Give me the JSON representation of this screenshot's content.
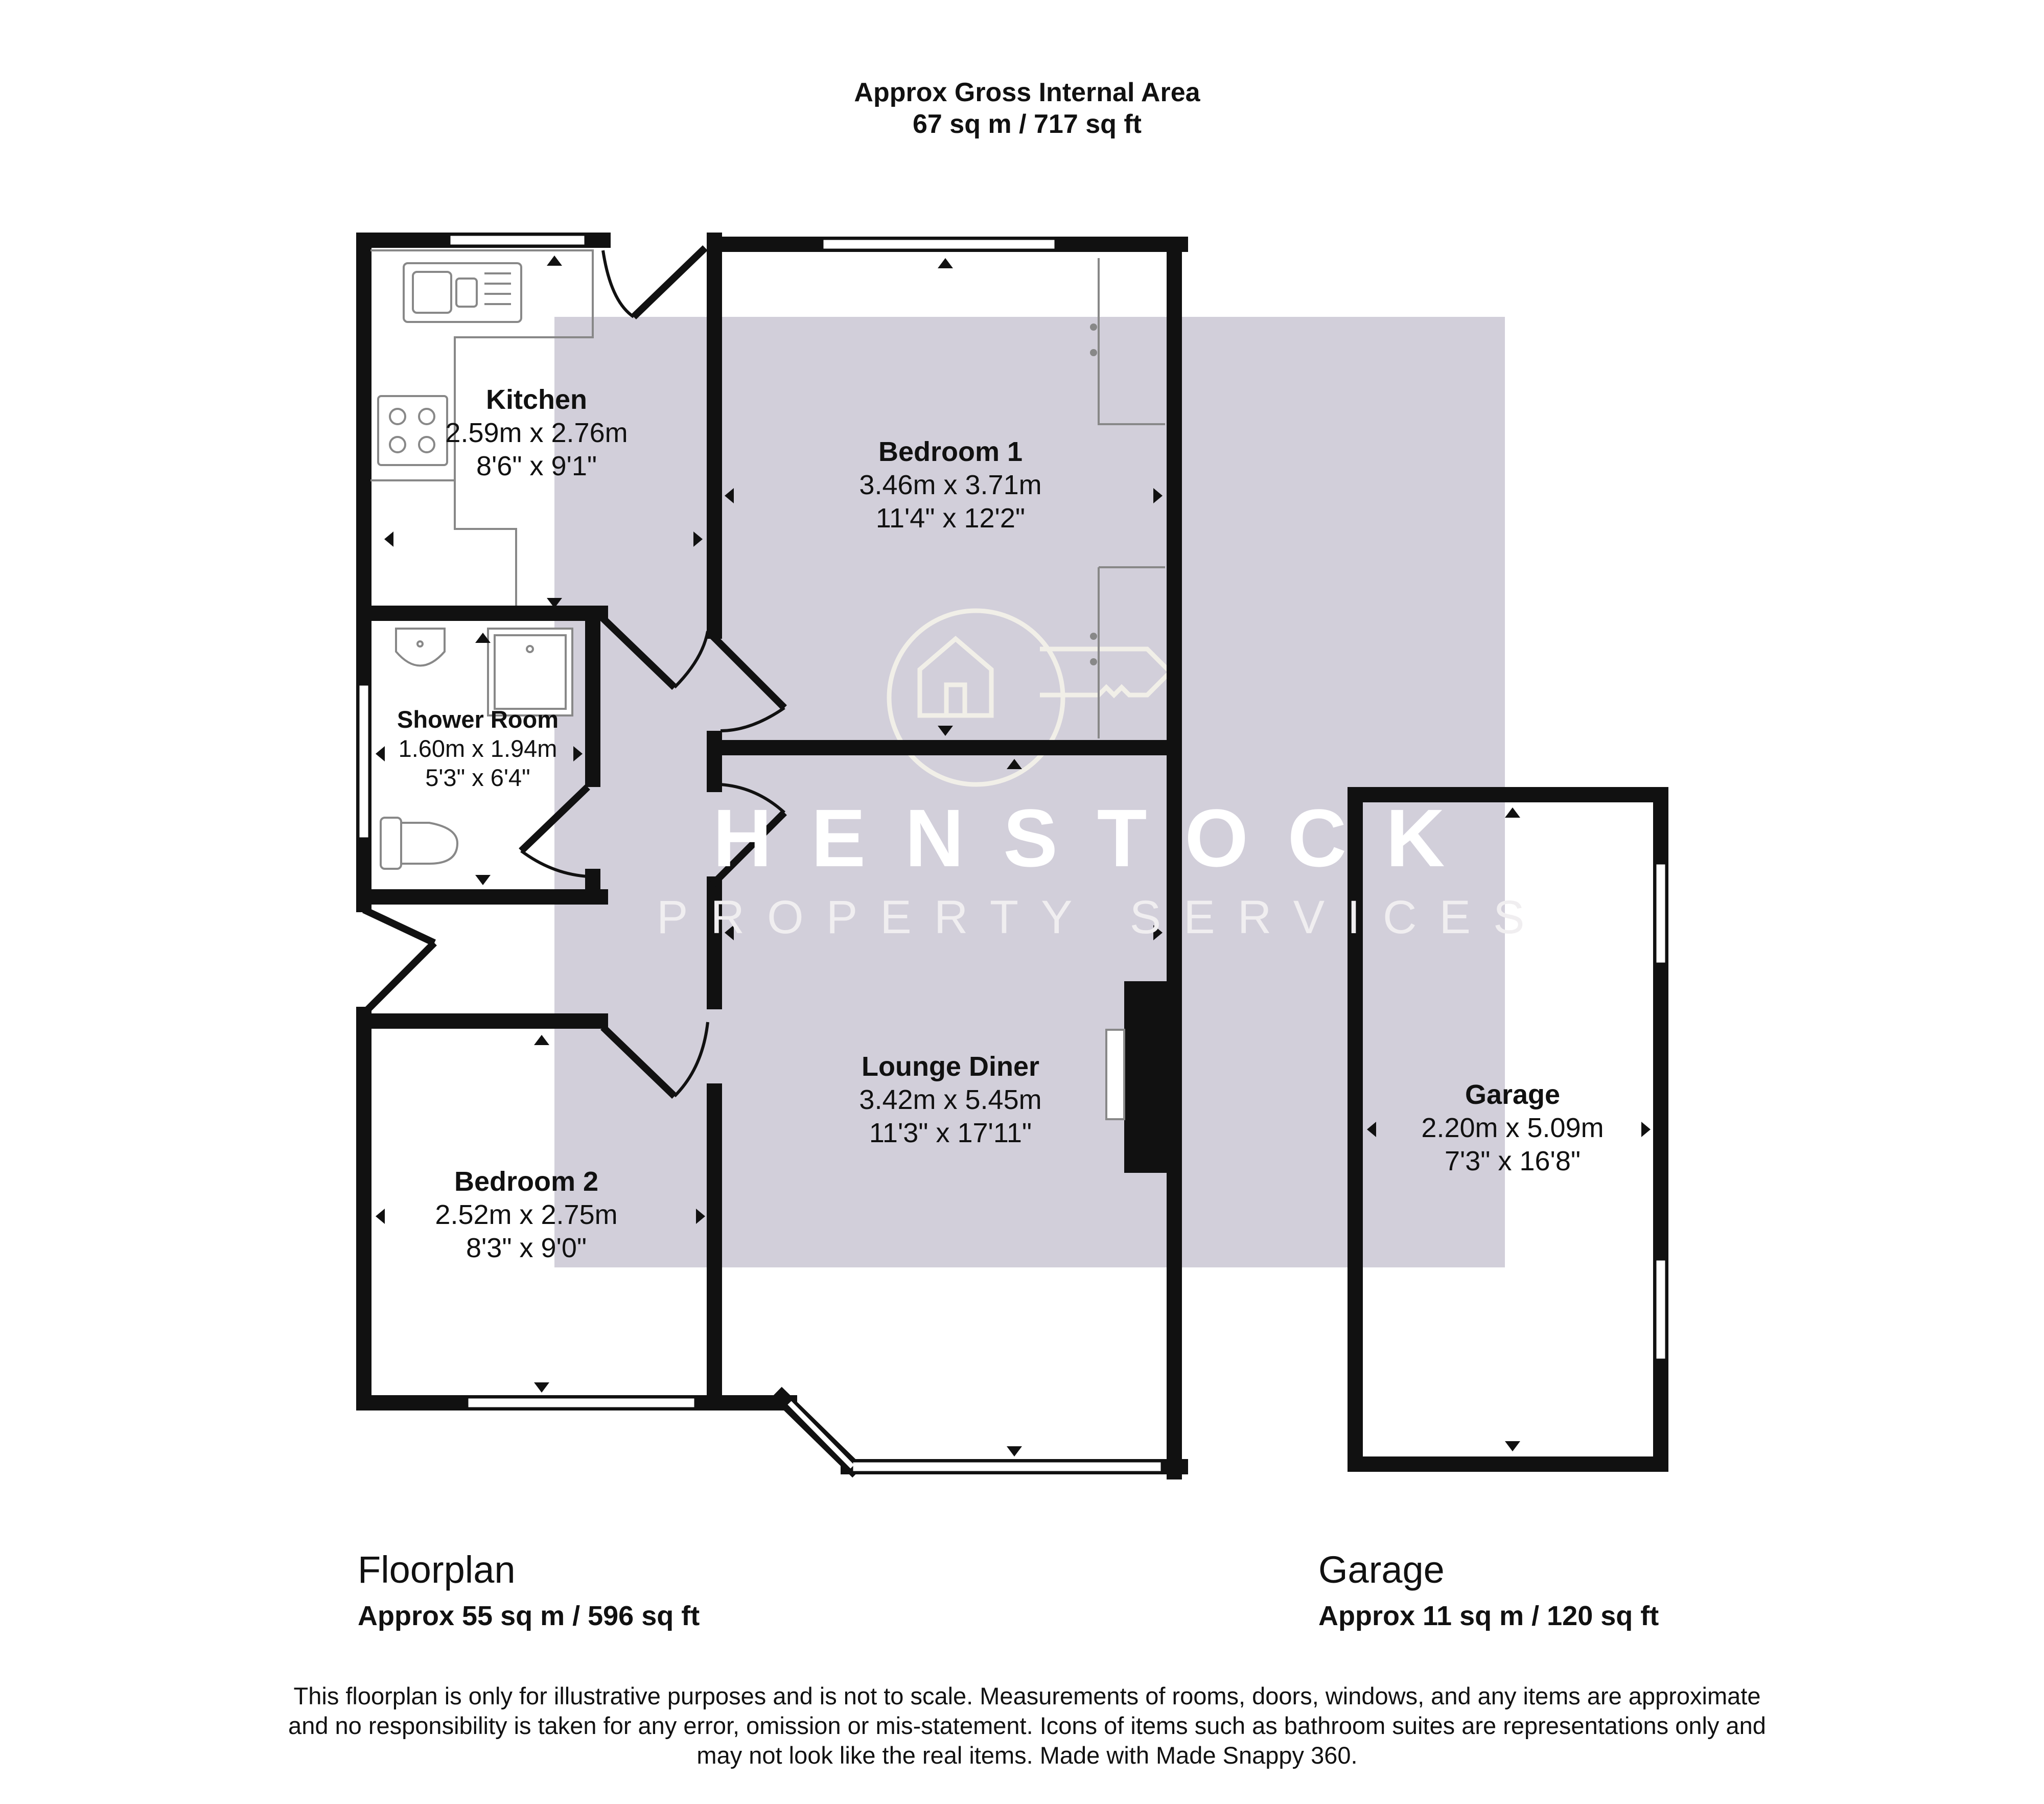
{
  "header": {
    "title": "Approx Gross Internal Area",
    "area": "67 sq m / 717 sq ft"
  },
  "watermark": {
    "brand": "HENSTOCK",
    "tagline": "PROPERTY SERVICES",
    "icon": "house-key-logo-icon"
  },
  "rooms": {
    "kitchen": {
      "name": "Kitchen",
      "metric": "2.59m x 2.76m",
      "imperial": "8'6\" x 9'1\""
    },
    "bedroom1": {
      "name": "Bedroom 1",
      "metric": "3.46m x 3.71m",
      "imperial": "11'4\" x 12'2\""
    },
    "shower": {
      "name": "Shower Room",
      "metric": "1.60m x 1.94m",
      "imperial": "5'3\" x 6'4\""
    },
    "lounge": {
      "name": "Lounge Diner",
      "metric": "3.42m x 5.45m",
      "imperial": "11'3\" x 17'11\""
    },
    "bedroom2": {
      "name": "Bedroom 2",
      "metric": "2.52m x 2.75m",
      "imperial": "8'3\" x 9'0\""
    },
    "garage": {
      "name": "Garage",
      "metric": "2.20m x 5.09m",
      "imperial": "7'3\" x 16'8\""
    }
  },
  "sections": {
    "floorplan": {
      "title": "Floorplan",
      "area": "Approx 55 sq m / 596 sq ft"
    },
    "garage": {
      "title": "Garage",
      "area": "Approx 11 sq m / 120 sq ft"
    }
  },
  "disclaimer": "This floorplan is only for illustrative purposes and is not to scale. Measurements of rooms, doors, windows, and any items are approximate\nand no responsibility is taken for any error, omission or mis-statement. Icons of items such as bathroom suites are representations only and\nmay not look like the real items. Made with Made Snappy 360.",
  "colors": {
    "wall": "#111111",
    "watermark_panel": "#d2cfda",
    "window": "#ffffff",
    "text": "#111111"
  }
}
